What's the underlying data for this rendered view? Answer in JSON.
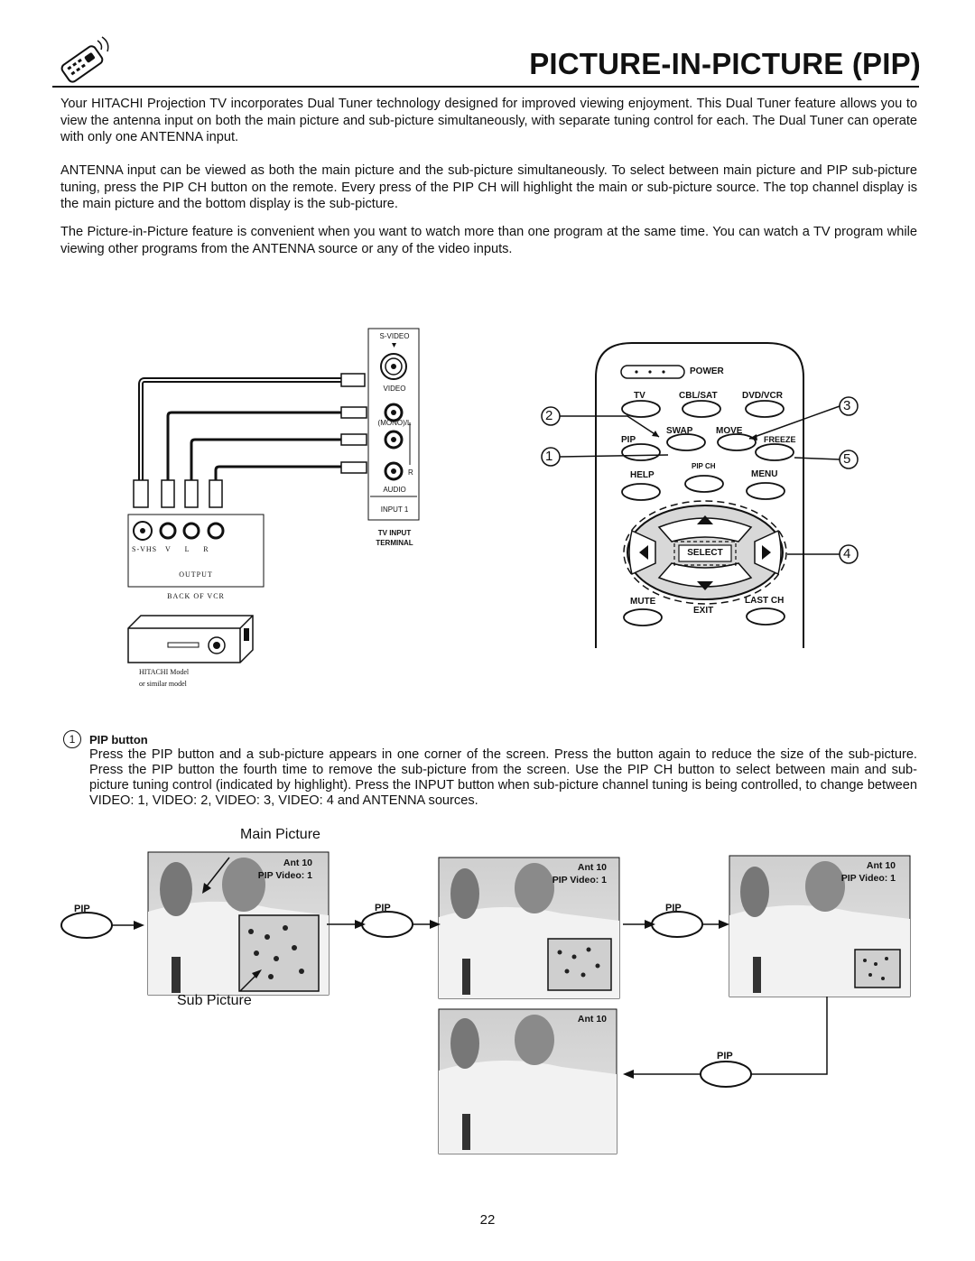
{
  "page": {
    "title": "PICTURE-IN-PICTURE (PIP)",
    "paragraphs": [
      "Your HITACHI Projection TV incorporates Dual Tuner technology designed for improved viewing enjoyment. This Dual Tuner feature allows you to view the antenna input on both the main picture and sub-picture simultaneously, with separate tuning control for each. The Dual Tuner can operate with only one ANTENNA input.",
      "ANTENNA input can be viewed as both the main picture and the sub-picture simultaneously. To select between main picture and PIP sub-picture tuning, press the PIP CH button on the remote. Every press of the PIP CH will highlight the main or sub-picture source. The top channel display is the main picture and the bottom display is the sub-picture.",
      "The Picture-in-Picture feature is convenient when you want to watch more than one program at the same time. You can watch a TV program while viewing other programs from the ANTENNA source or any of the video inputs."
    ],
    "page_number": "22"
  },
  "tv_panel": {
    "svideo": "S-VIDEO",
    "video": "VIDEO",
    "mono_l": "(MONO)/L",
    "r": "R",
    "audio": "AUDIO",
    "input1": "INPUT 1",
    "terminal_line1": "TV INPUT",
    "terminal_line2": "TERMINAL"
  },
  "vcr": {
    "jacks_label": "S-VHS   V     L     R",
    "output": "OUTPUT",
    "back": "BACK OF VCR",
    "model_line1": "HITACHI Model",
    "model_line2": "or similar model"
  },
  "remote": {
    "power": "POWER",
    "tv": "TV",
    "cbl_sat": "CBL/SAT",
    "dvd_vcr": "DVD/VCR",
    "swap": "SWAP",
    "move": "MOVE",
    "pip": "PIP",
    "freeze": "FREEZE",
    "pip_ch": "PIP CH",
    "help": "HELP",
    "menu": "MENU",
    "select": "SELECT",
    "mute": "MUTE",
    "exit": "EXIT",
    "last_ch": "LAST CH",
    "callouts": [
      "2",
      "1",
      "3",
      "5",
      "4"
    ]
  },
  "section": {
    "number": "1",
    "heading": "PIP button",
    "body": "Press the PIP button and a sub-picture appears in one corner of the screen. Press the button again to reduce the size of the sub-picture. Press the PIP button the fourth time to remove the sub-picture from the screen. Use the PIP CH button to select between main and sub-picture tuning control (indicated by highlight). Press the INPUT button when sub-picture channel tuning is being controlled, to change between VIDEO: 1, VIDEO: 2, VIDEO: 3, VIDEO: 4 and ANTENNA sources."
  },
  "diagram": {
    "main_picture": "Main Picture",
    "sub_picture": "Sub Picture",
    "pip_label": "PIP",
    "ant": "Ant   10",
    "pip_video": "PIP Video: 1"
  },
  "colors": {
    "text": "#111111",
    "screen_sky": "#d9d9d9",
    "screen_snow": "#eeeeee"
  }
}
